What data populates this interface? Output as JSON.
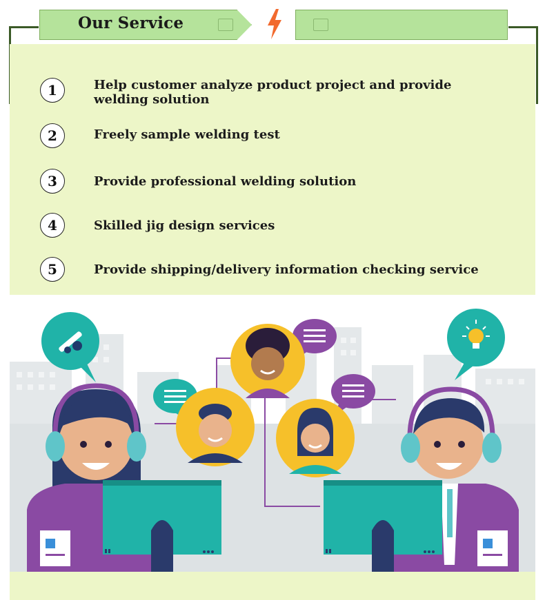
{
  "header": {
    "title": "Our Service"
  },
  "services": [
    {
      "number": "1",
      "text": "Help customer analyze product project and provide welding solution"
    },
    {
      "number": "2",
      "text": "Freely sample welding test"
    },
    {
      "number": "3",
      "text": "Provide professional welding solution"
    },
    {
      "number": "4",
      "text": "Skilled jig design services"
    },
    {
      "number": "5",
      "text": "Provide shipping/delivery information checking service"
    }
  ],
  "colors": {
    "header_green": "#b5e39b",
    "panel_bg": "#edf6c8",
    "teal": "#20b3a8",
    "purple": "#8a4aa3",
    "yellow": "#f6c02a"
  },
  "icons": [
    "lightning-bolt-icon",
    "wrench-gear-icon",
    "lightbulb-icon",
    "chat-bubble-icon"
  ]
}
